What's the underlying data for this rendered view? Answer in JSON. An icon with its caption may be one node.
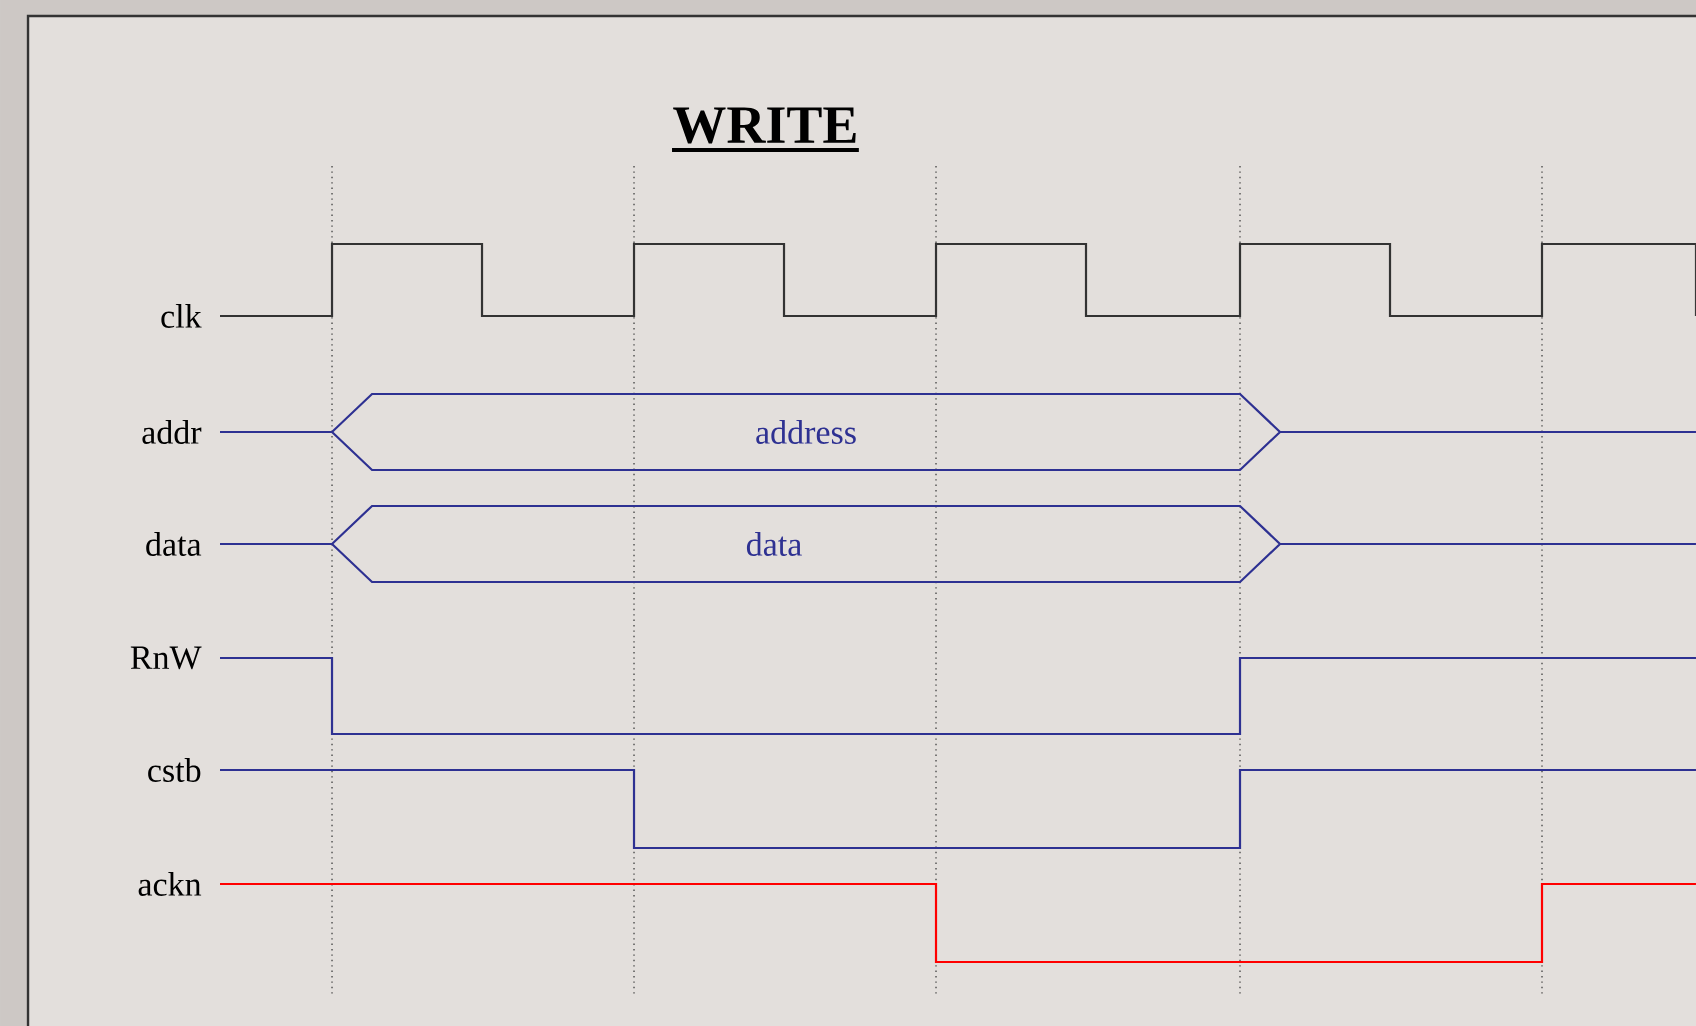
{
  "diagram": {
    "title": "WRITE",
    "labels": [
      "clk",
      "addr",
      "address",
      "data",
      "data",
      "RnW",
      "cstb",
      "ackn"
    ]
  }
}
